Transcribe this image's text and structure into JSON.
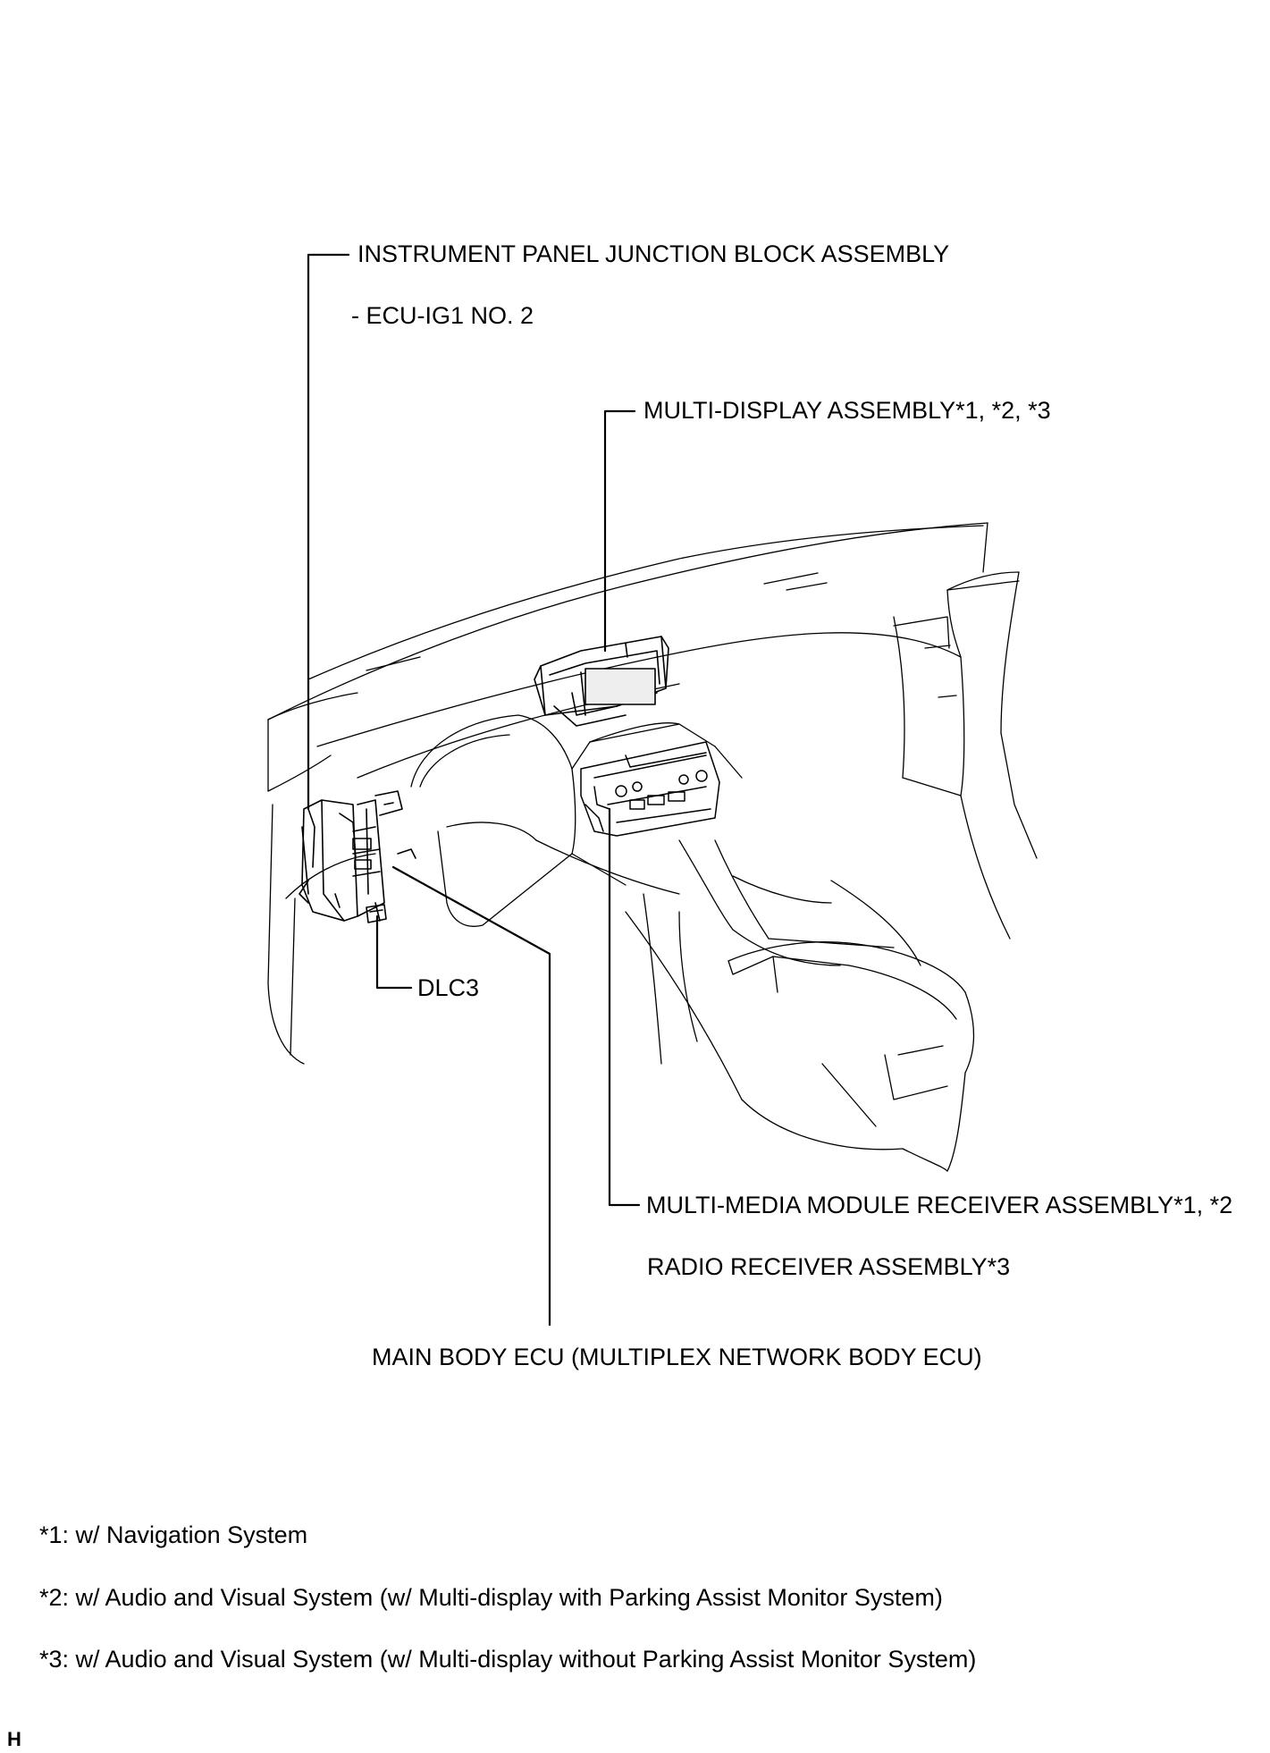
{
  "labels": {
    "ipjb": "INSTRUMENT PANEL JUNCTION BLOCK ASSEMBLY",
    "ipjb_sub": "- ECU-IG1 NO. 2",
    "multi_display": "MULTI-DISPLAY ASSEMBLY*1, *2, *3",
    "dlc3": "DLC3",
    "multi_media": "MULTI-MEDIA MODULE RECEIVER ASSEMBLY*1, *2",
    "radio": "RADIO RECEIVER ASSEMBLY*3",
    "main_body_ecu": "MAIN BODY ECU (MULTIPLEX NETWORK BODY ECU)"
  },
  "notes": [
    "*1: w/ Navigation System",
    "*2: w/ Audio and Visual System (w/ Multi-display with Parking Assist Monitor System)",
    "*3: w/ Audio and Visual System (w/ Multi-display without Parking Assist Monitor System)"
  ],
  "corner_mark": "H"
}
